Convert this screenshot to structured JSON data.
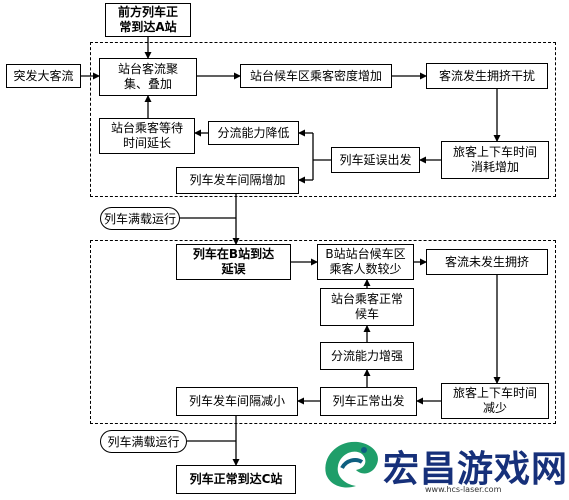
{
  "nodes": {
    "top_notice": "前方列车正\n常到达A站",
    "sudden_flow": "突发大客流",
    "gather": "站台客流聚\n集、叠加",
    "density_up": "站台候车区乘客密度增加",
    "crowding": "客流发生拥挤干扰",
    "wait_longer": "站台乘客等待\n时间延长",
    "divert_down": "分流能力降低",
    "delay_depart": "列车延误出发",
    "board_time_up": "旅客上下车时间\n消耗增加",
    "interval_up": "列车发车间隔增加",
    "full_load_1": "列车满载运行",
    "delay_b": "列车在B站到达\n延误",
    "b_few": "B站站台候车区\n乘客人数较少",
    "no_crowd": "客流未发生拥挤",
    "normal_wait": "站台乘客正常\n候车",
    "divert_up": "分流能力增强",
    "normal_depart": "列车正常出发",
    "board_time_down": "旅客上下车时间\n减少",
    "interval_down": "列车发车间隔减小",
    "full_load_2": "列车满载运行",
    "normal_c": "列车正常到达C站"
  },
  "watermark": {
    "brand": "宏昌游戏网",
    "url": "www.hcs-laser.com"
  }
}
